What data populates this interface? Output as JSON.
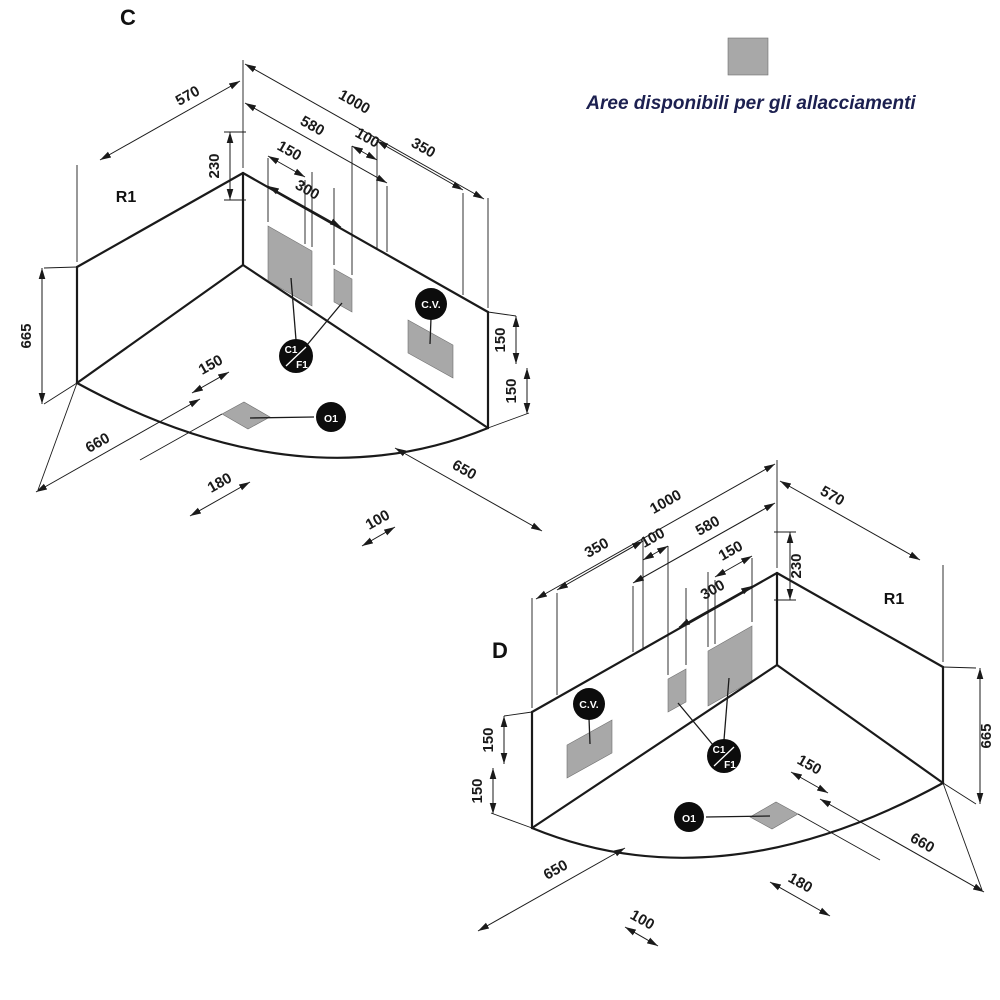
{
  "legend": {
    "swatch_color": "#a8a8a8",
    "caption": "Aree disponibili per gli allacciamenti",
    "caption_color": "#1c2050"
  },
  "colors": {
    "line": "#1a1a1a",
    "connection_area": "#a8a8a8",
    "marker_bg": "#0c0c0c",
    "marker_text": "#ffffff"
  },
  "diagram_c": {
    "title": "C",
    "panel_label": "R1",
    "markers": {
      "cv": "C.V.",
      "c1": "C1",
      "f1": "F1",
      "o1": "O1"
    },
    "dims": {
      "top_side": "570",
      "long_side": "1000",
      "inner_580": "580",
      "inner_150": "150",
      "inner_100": "100",
      "inner_350": "350",
      "inner_300": "300",
      "depth_230": "230",
      "height_665": "665",
      "bottom_side_660": "660",
      "floor_150": "150",
      "right_150_upper": "150",
      "right_150_lower": "150",
      "bottom_180": "180",
      "bottom_100": "100",
      "bottom_side_650": "650"
    }
  },
  "diagram_d": {
    "title": "D",
    "panel_label": "R1",
    "markers": {
      "cv": "C.V.",
      "c1": "C1",
      "f1": "F1",
      "o1": "O1"
    },
    "dims": {
      "top_side": "570",
      "long_side": "1000",
      "inner_580": "580",
      "inner_150": "150",
      "inner_100": "100",
      "inner_350": "350",
      "inner_300": "300",
      "depth_230": "230",
      "height_665": "665",
      "bottom_side_660": "660",
      "floor_150": "150",
      "right_150_upper": "150",
      "right_150_lower": "150",
      "bottom_180": "180",
      "bottom_100": "100",
      "bottom_side_650": "650"
    }
  }
}
